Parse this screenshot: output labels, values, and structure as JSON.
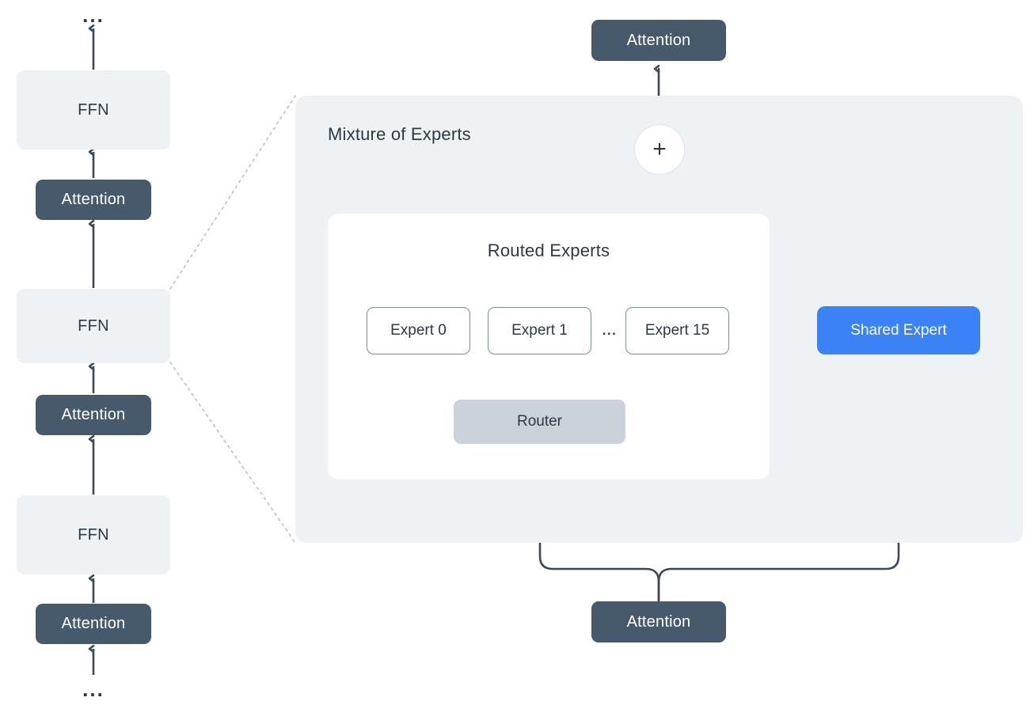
{
  "diagram": {
    "title": "Mixture of Experts transformer layer diagram",
    "colors": {
      "background": "#ffffff",
      "panel_fill": "#eef2f5",
      "ffn_fill": "#eef2f5",
      "attention_fill": "#475a6b",
      "router_fill": "#ccd2d9",
      "shared_expert_fill": "#3b82f6",
      "expert_border": "#7b8da0",
      "line": "#3a4a57",
      "text_dark": "#2c3a47",
      "text_light": "#ffffff",
      "dotted_connector": "#b9c2cf"
    }
  },
  "left_stack": {
    "name": "transformer-layer-stack",
    "top_ellipsis": "...",
    "bottom_ellipsis": "...",
    "blocks": [
      {
        "type": "ffn",
        "label": "FFN"
      },
      {
        "type": "attention",
        "label": "Attention"
      },
      {
        "type": "ffn",
        "label": "FFN",
        "expanded": true
      },
      {
        "type": "attention",
        "label": "Attention"
      },
      {
        "type": "ffn",
        "label": "FFN"
      },
      {
        "type": "attention",
        "label": "Attention"
      }
    ]
  },
  "moe": {
    "panel_title": "Mixture of Experts",
    "routed_panel_title": "Routed Experts",
    "experts": [
      {
        "label": "Expert 0"
      },
      {
        "label": "Expert 1"
      },
      {
        "label": "Expert 15"
      }
    ],
    "expert_gap_ellipsis": "...",
    "router": {
      "label": "Router"
    },
    "shared_expert": {
      "label": "Shared Expert"
    },
    "combine": {
      "symbol": "+"
    },
    "output_attention": {
      "label": "Attention"
    },
    "input_attention": {
      "label": "Attention"
    }
  }
}
